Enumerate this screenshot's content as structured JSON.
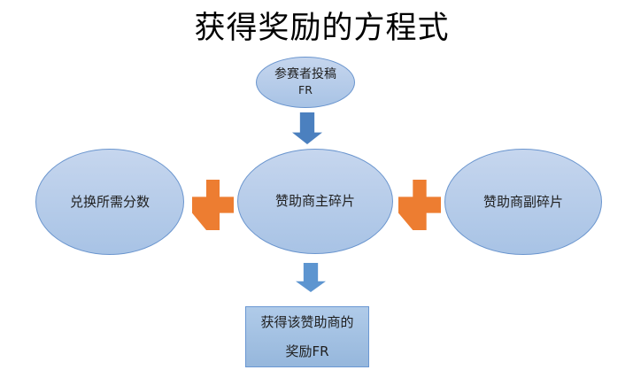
{
  "title": "获得奖励的方程式",
  "nodes": {
    "top_ellipse": {
      "line1": "参赛者投稿",
      "line2": "FR"
    },
    "left_ellipse": {
      "label": "兑换所需分数"
    },
    "middle_ellipse": {
      "label": "赞助商主碎片"
    },
    "right_ellipse": {
      "label": "赞助商副碎片"
    },
    "result_rect": {
      "line1": "获得该赞助商的",
      "line2": "奖励FR"
    }
  },
  "colors": {
    "background": "#ffffff",
    "title_color": "#000000",
    "text_color": "#1f1f1f",
    "ellipse_fill_top": "#c6d6ee",
    "ellipse_fill_bottom": "#a8c3e5",
    "ellipse_border": "#6a95ce",
    "arrow_top_fill": "#4b80bf",
    "arrow_bottom_fill": "#5d95d0",
    "plus_fill": "#ed7d31",
    "rect_fill_top": "#b0cbe9",
    "rect_fill_bottom": "#96b7dc",
    "rect_border": "#6a97d2"
  }
}
